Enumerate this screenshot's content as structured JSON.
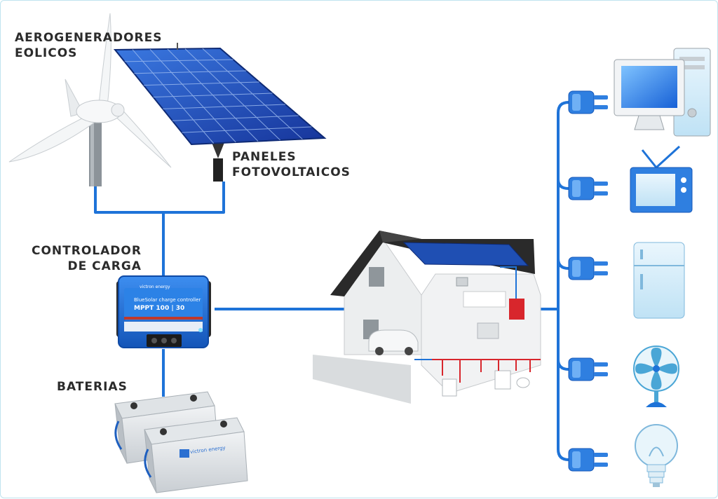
{
  "labels": {
    "wind": [
      "AEROGENERADORES",
      "EOLICOS"
    ],
    "panels": [
      "PANELES",
      "FOTOVOLTAICOS"
    ],
    "controller": [
      "CONTROLADOR",
      "DE CARGA"
    ],
    "batteries": "BATERIAS"
  },
  "controller_device": {
    "brand": "victron energy",
    "line1": "BlueSolar charge controller",
    "line2": "MPPT 100 | 30"
  },
  "battery_device": {
    "brand": "victron energy"
  },
  "appliances": [
    "computer-icon",
    "tv-icon",
    "fridge-icon",
    "fan-icon",
    "bulb-icon"
  ],
  "colors": {
    "wire": "#1e73d8",
    "plug": "#2f7fe0",
    "label": "#2b2b2b",
    "controller": "#1f73d6",
    "house_roof": "#2a2a2a",
    "panel": "#1f4fb3"
  }
}
